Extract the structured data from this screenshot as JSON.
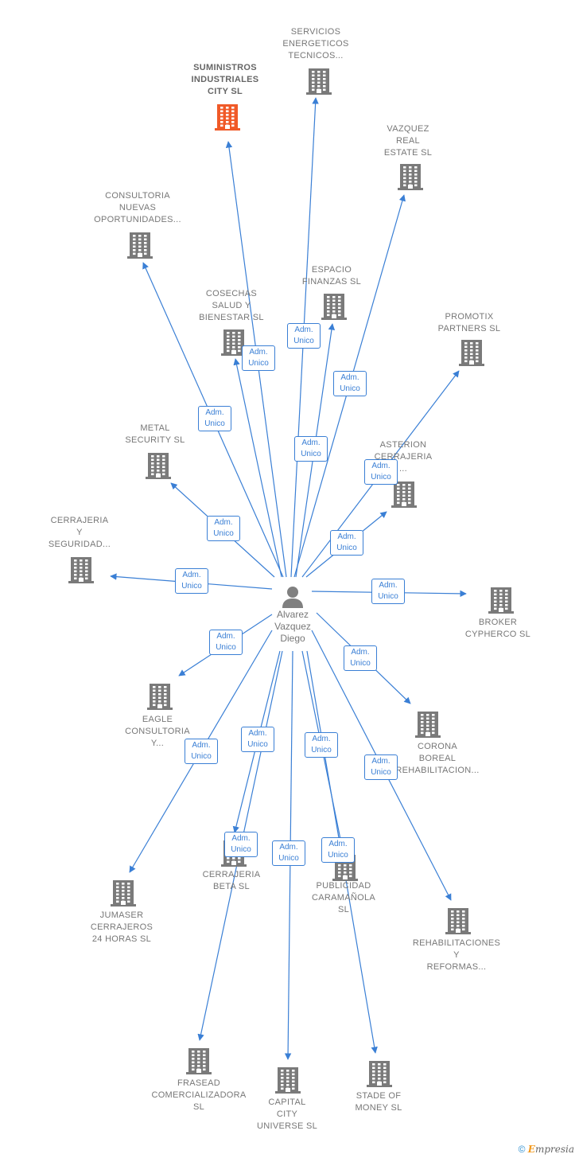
{
  "center": {
    "name": "Alvarez\nVazquez\nDiego",
    "icon": "person-icon"
  },
  "role_label": "Adm.\nUnico",
  "colors": {
    "edge": "#3a7fd5",
    "building": "#7a7a7a",
    "building_highlight": "#f05a28"
  },
  "companies": [
    {
      "id": "suministros",
      "name": "SUMINISTROS\nINDUSTRIALES\nCITY  SL",
      "highlight": true,
      "icon": "building-icon"
    },
    {
      "id": "servicios",
      "name": "SERVICIOS\nENERGETICOS\nTECNICOS...",
      "icon": "building-icon"
    },
    {
      "id": "vazquez",
      "name": "VAZQUEZ\nREAL\nESTATE  SL",
      "icon": "building-icon"
    },
    {
      "id": "consultoria",
      "name": "CONSULTORIA\nNUEVAS\nOPORTUNIDADES...",
      "icon": "building-icon"
    },
    {
      "id": "espacio",
      "name": "ESPACIO\nFINANZAS  SL",
      "icon": "building-icon"
    },
    {
      "id": "cosechas",
      "name": "COSECHAS\nSALUD Y\nBIENESTAR  SL",
      "icon": "building-icon"
    },
    {
      "id": "promotix",
      "name": "PROMOTIX\nPARTNERS  SL",
      "icon": "building-icon"
    },
    {
      "id": "metal",
      "name": "METAL\nSECURITY  SL",
      "icon": "building-icon"
    },
    {
      "id": "asterion",
      "name": "ASTERION\nCERRAJERIA\n...",
      "icon": "building-icon"
    },
    {
      "id": "cerrajeria_seg",
      "name": "CERRAJERIA\nY\nSEGURIDAD...",
      "icon": "building-icon"
    },
    {
      "id": "broker",
      "name": "BROKER\nCYPHERCO  SL",
      "icon": "building-icon"
    },
    {
      "id": "eagle",
      "name": "EAGLE\nCONSULTORIA\nY...",
      "icon": "building-icon"
    },
    {
      "id": "corona",
      "name": "CORONA\nBOREAL\nREHABILITACION...",
      "icon": "building-icon"
    },
    {
      "id": "cerrajeria_beta",
      "name": "CERRAJERIA\nBETA  SL",
      "icon": "building-icon"
    },
    {
      "id": "publicidad",
      "name": "PUBLICIDAD\nCARAMAÑOLA\nSL",
      "icon": "building-icon"
    },
    {
      "id": "jumaser",
      "name": "JUMASER\nCERRAJEROS\n24 HORAS  SL",
      "icon": "building-icon"
    },
    {
      "id": "rehabilitaciones",
      "name": "REHABILITACIONES\nY\nREFORMAS...",
      "icon": "building-icon"
    },
    {
      "id": "frasead",
      "name": "FRASEAD\nCOMERCIALIZADORA\nSL",
      "icon": "building-icon"
    },
    {
      "id": "capital",
      "name": "CAPITAL\nCITY\nUNIVERSE  SL",
      "icon": "building-icon"
    },
    {
      "id": "stade",
      "name": "STADE OF\nMONEY  SL",
      "icon": "building-icon"
    }
  ],
  "footer": {
    "copyright": "©",
    "brand_initial": "E",
    "brand_rest": "mpresia"
  }
}
